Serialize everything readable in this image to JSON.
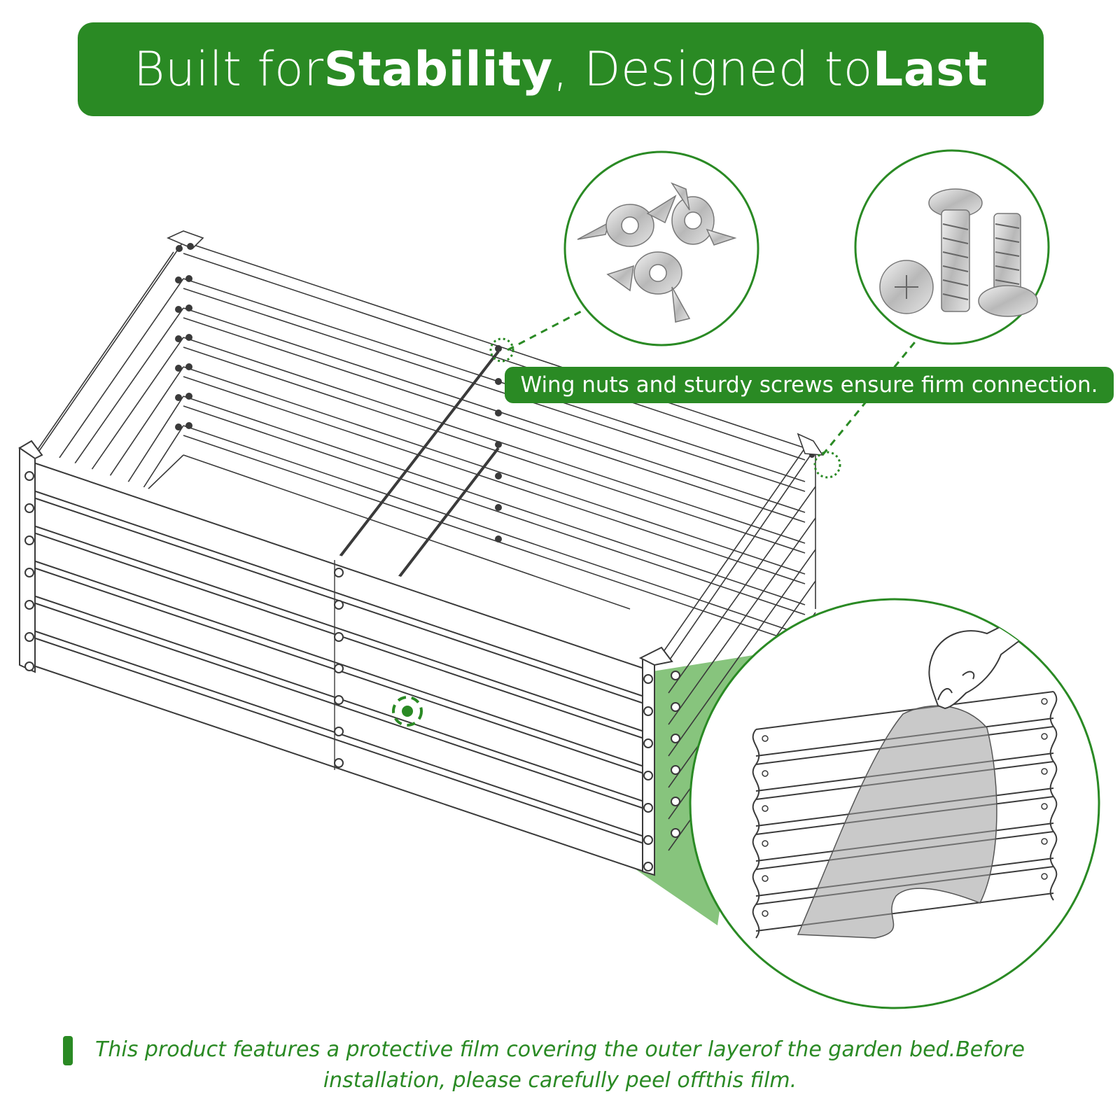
{
  "header": {
    "title_part1": "Built for ",
    "title_bold1": "Stability",
    "title_part2": " , Designed to ",
    "title_bold2": "Last"
  },
  "callout": {
    "text": "Wing nuts and sturdy screws ensure firm connection."
  },
  "footer": {
    "note": "This product features a protective film covering the outer layerof the garden bed.Before installation, please carefully peel offthis film."
  },
  "icons": [
    "wing-nuts-icon",
    "screws-icon",
    "garden-bed-icon",
    "peeling-hand-icon",
    "focus-target-icon"
  ],
  "colors": {
    "brand_green": "#2a8a24",
    "highlight_green": "#5fb052",
    "line": "#3a3a3a"
  }
}
